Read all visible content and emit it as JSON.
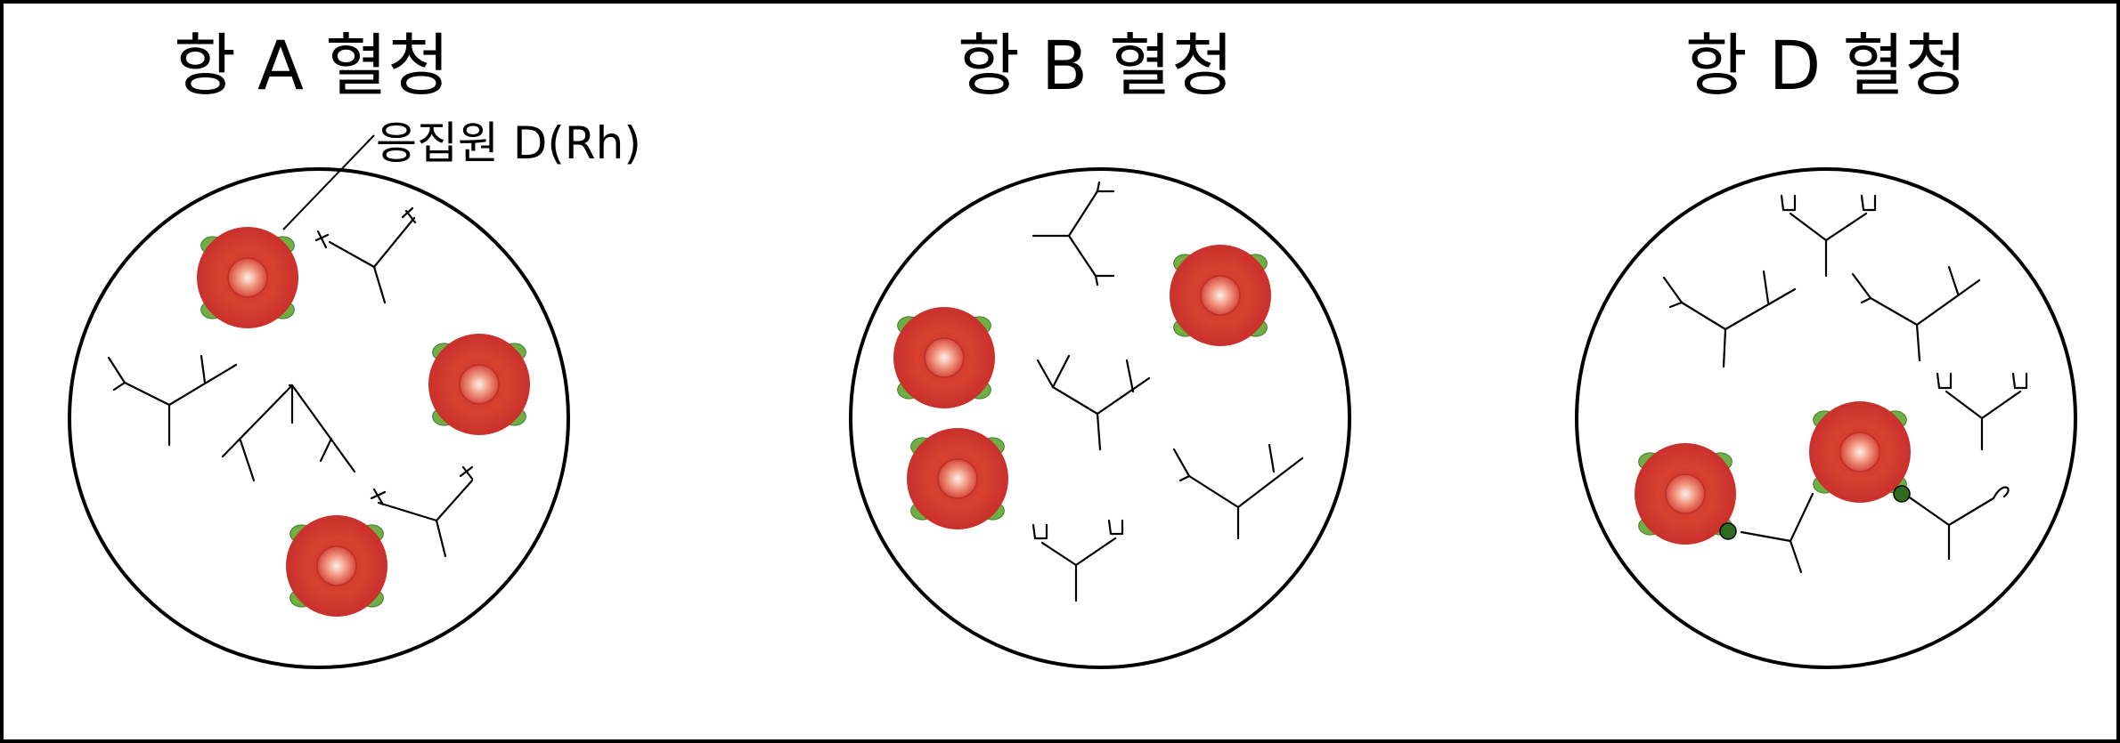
{
  "panels": [
    {
      "title": "항 A 혈청"
    },
    {
      "title": "항 B 혈청"
    },
    {
      "title": "항 D 혈청"
    }
  ],
  "annotation": {
    "label": "응집원 D(Rh)"
  },
  "colors": {
    "cell_outer": "#c9302c",
    "cell_mid": "#e35a4c",
    "cell_core": "#fbe4dd",
    "antigen": "#6fae45",
    "antigen_edge": "#3f7d28",
    "stroke": "#000000"
  },
  "icons": [
    "red-blood-cell-icon",
    "antibody-icon",
    "antigen-icon"
  ]
}
